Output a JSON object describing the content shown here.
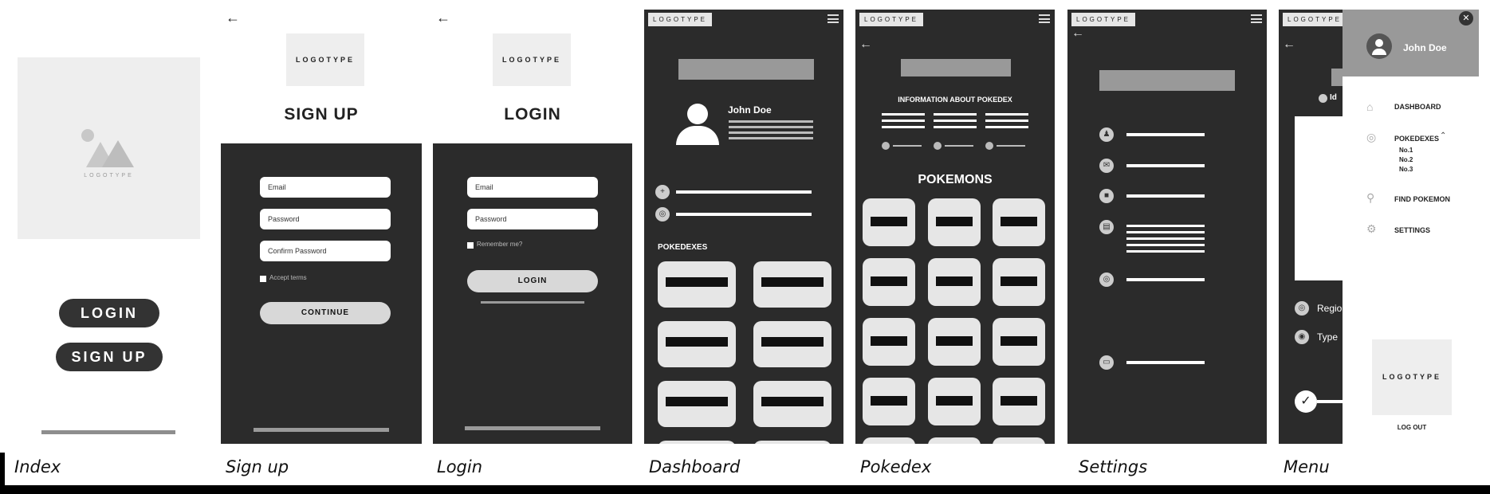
{
  "index": {
    "logo_text": "LOGOTYPE",
    "login_label": "LOGIN",
    "signup_label": "SIGN UP"
  },
  "signup": {
    "logo_text": "LOGOTYPE",
    "title": "SIGN UP",
    "email_placeholder": "Email",
    "password_placeholder": "Password",
    "confirm_placeholder": "Confirm Password",
    "accept_label": "Accept terms",
    "continue_label": "CONTINUE"
  },
  "login": {
    "logo_text": "LOGOTYPE",
    "title": "LOGIN",
    "email_placeholder": "Email",
    "password_placeholder": "Password",
    "remember_label": "Remember me?",
    "login_label": "LOGIN"
  },
  "dashboard": {
    "logo_text": "LOGOTYPE",
    "user_name": "John Doe",
    "section_title": "POKEDEXES"
  },
  "pokedex": {
    "logo_text": "LOGOTYPE",
    "info_title": "INFORMATION ABOUT POKEDEX",
    "section_title": "POKEMONS"
  },
  "settings": {
    "logo_text": "LOGOTYPE"
  },
  "menu": {
    "logo_text": "LOGOTYPE",
    "user_name": "John Doe",
    "items": {
      "dashboard": "DASHBOARD",
      "pokedexes": "POKEDEXES",
      "sub1": "No.1",
      "sub2": "No.2",
      "sub3": "No.3",
      "find": "FIND POKEMON",
      "settings": "SETTINGS"
    },
    "bg_id": "Id",
    "bg_region": "Regio",
    "bg_type": "Type",
    "logout": "LOG OUT",
    "panel_logo": "LOGOTYPE"
  },
  "captions": {
    "index": "Index",
    "signup": "Sign up",
    "login": "Login",
    "dashboard": "Dashboard",
    "pokedex": "Pokedex",
    "settings": "Settings",
    "menu": "Menu"
  }
}
